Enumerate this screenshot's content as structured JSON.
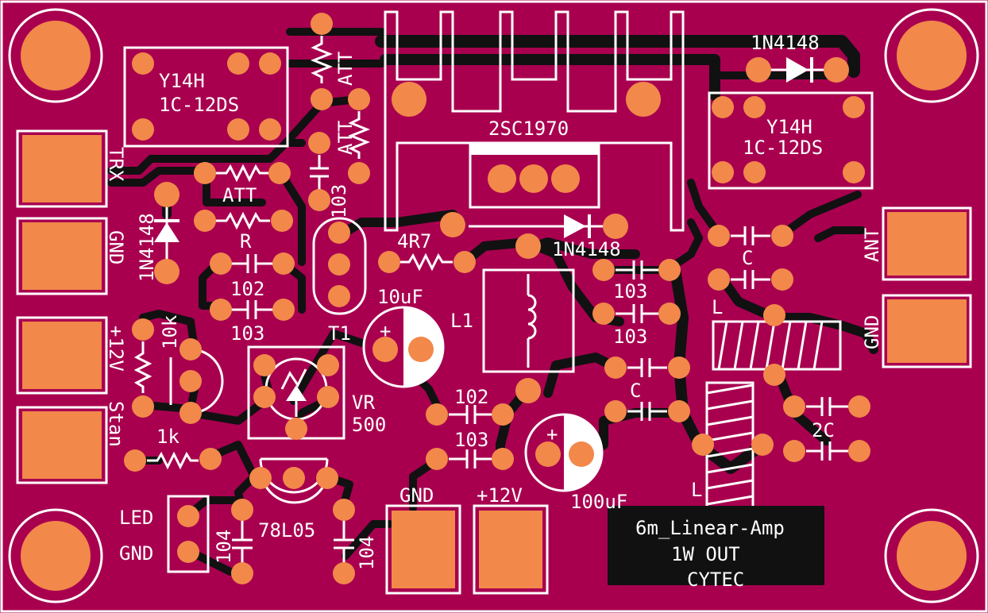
{
  "board": {
    "colors": {
      "substrate": "#a8004f",
      "copper": "#f2884a",
      "trace": "#111111",
      "silk": "#ffffff"
    },
    "connector_labels": {
      "trx": "TRX",
      "gnd_left": "GND",
      "p12v_left": "+12V",
      "stan": "Stan",
      "ant": "ANT",
      "gnd_right": "GND",
      "gnd_bottom": "GND",
      "p12v_bottom": "+12V",
      "led": "LED",
      "gnd_led": "GND"
    },
    "components": {
      "relay_left_l1": "Y14H",
      "relay_left_l2": "1C-12DS",
      "relay_right_l1": "Y14H",
      "relay_right_l2": "1C-12DS",
      "diode_top_right": "1N4148",
      "diode_left": "1N4148",
      "diode_mid": "1N4148",
      "transistor": "2SC1970",
      "att_top": "ATT",
      "att_top2": "ATT",
      "att_left": "ATT",
      "res_r": "R",
      "cap_103_vertical": "103",
      "res_4r7": "4R7",
      "cap_102_left": "102",
      "cap_103_left": "103",
      "t1": "T1",
      "cap_10uf": "10uF",
      "l1": "L1",
      "cap_103_a": "103",
      "cap_103_b": "103",
      "cap_c_top": "C",
      "cap_c_mid": "C",
      "cap_2c": "2C",
      "coil_l_top": "L",
      "coil_l_bottom": "L",
      "res_10k": "10k",
      "res_1k": "1k",
      "vr_l1": "VR",
      "vr_l2": "500",
      "cap_102_bottom": "102",
      "cap_103_bottom": "103",
      "reg": "78L05",
      "cap_104_left": "104",
      "cap_104_right": "104",
      "cap_100uf": "100uF"
    },
    "title_block": {
      "line1": "6m_Linear-Amp",
      "line2": "1W OUT",
      "line3": "CYTEC"
    }
  }
}
